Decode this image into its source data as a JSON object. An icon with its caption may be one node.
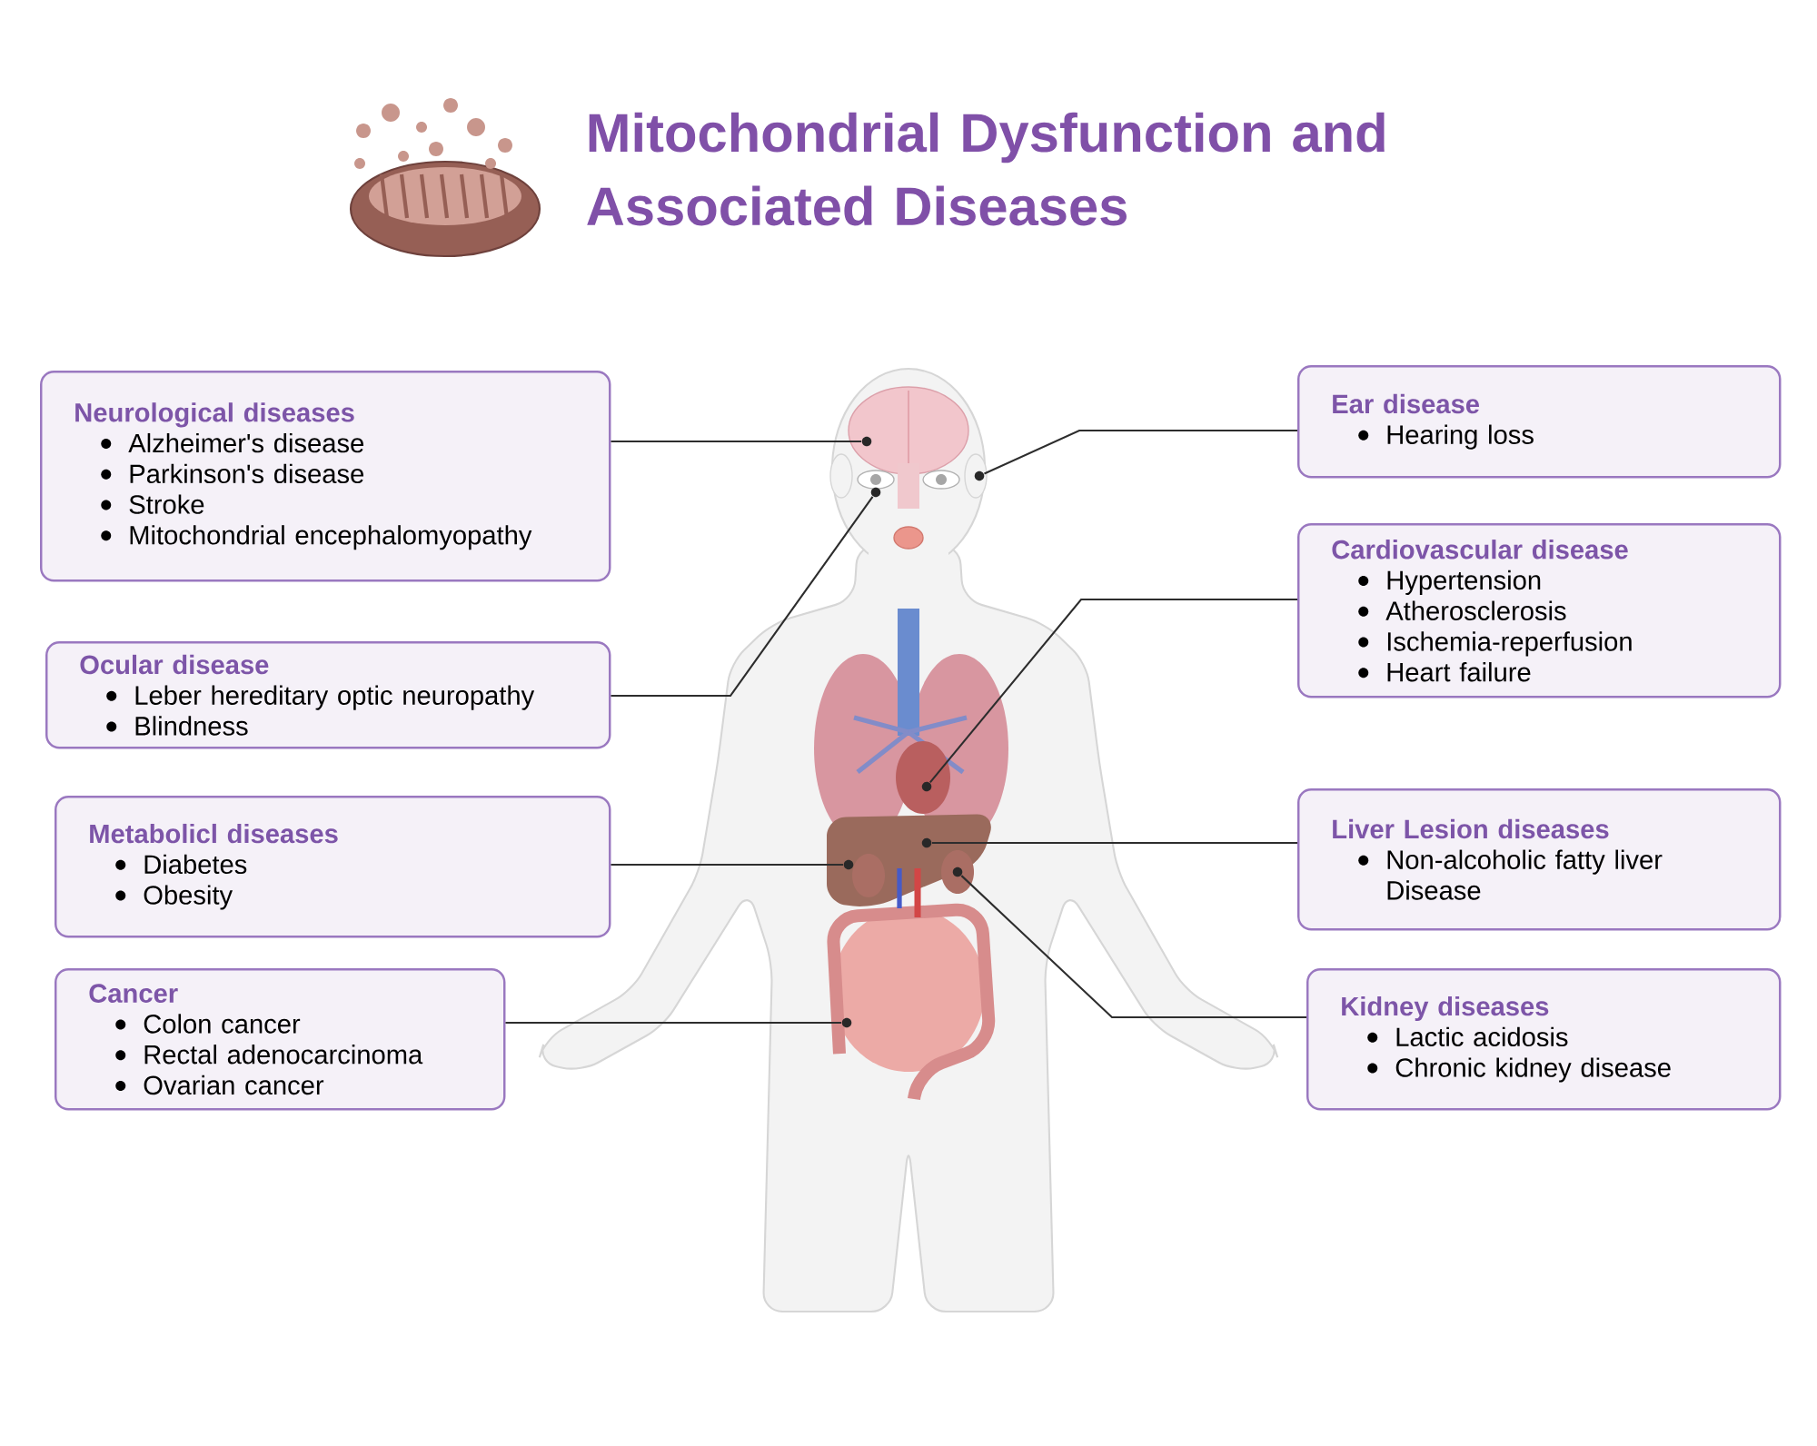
{
  "diagram": {
    "title": "Mitochondrial Dysfunction and Associated Diseases",
    "nodes": [
      {
        "text": [
          "Neurological diseases",
          "Alzheimer's disease",
          "Parkinson's disease",
          "Stroke",
          "Mitochondrial encephalomyopathy"
        ]
      },
      {
        "text": [
          "Ocular disease",
          "Leber hereditary optic neuropathy",
          "Blindness"
        ]
      },
      {
        "text": [
          "Metabolicl diseases",
          "Diabetes",
          "Obesity"
        ]
      },
      {
        "text": [
          "Cancer",
          "Colon cancer",
          "Rectal adenocarcinoma",
          "Ovarian cancer"
        ]
      },
      {
        "text": [
          "Ear disease",
          "Hearing loss"
        ]
      },
      {
        "text": [
          "Cardiovascular disease",
          "Hypertension",
          "Atherosclerosis",
          "Ischemia-reperfusion",
          "Heart failure"
        ]
      },
      {
        "text": [
          "Liver Lesion diseases",
          "Non-alcoholic fatty liver Disease"
        ]
      },
      {
        "text": [
          "Kidney diseases",
          "Lactic acidosis",
          "Chronic kidney disease"
        ]
      },
      {
        "text": [],
        "shape": "circle"
      },
      {
        "text": [],
        "shape": "circle"
      },
      {
        "text": [],
        "shape": "circle"
      },
      {
        "text": [],
        "shape": "circle"
      },
      {
        "text": [],
        "shape": "circle"
      },
      {
        "text": [],
        "shape": "circle"
      },
      {
        "text": [],
        "shape": "circle"
      },
      {
        "text": [],
        "shape": "circle"
      }
    ],
    "edges": [
      {
        "from": 0,
        "to": 8,
        "arrow": "none"
      },
      {
        "from": 1,
        "to": 9,
        "arrow": "none"
      },
      {
        "from": 2,
        "to": 10,
        "arrow": "none"
      },
      {
        "from": 3,
        "to": 11,
        "arrow": "none"
      },
      {
        "from": 4,
        "to": 12,
        "arrow": "none"
      },
      {
        "from": 5,
        "to": 13,
        "arrow": "none"
      },
      {
        "from": 6,
        "to": 14,
        "arrow": "none"
      },
      {
        "from": 7,
        "to": 15,
        "arrow": "none"
      }
    ]
  }
}
